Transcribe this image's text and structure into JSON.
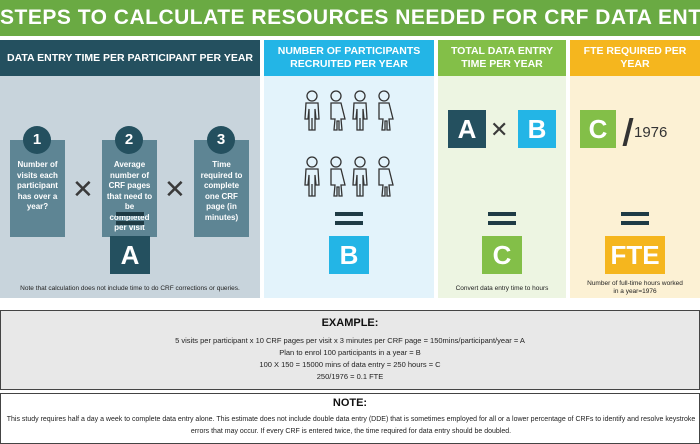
{
  "title": "STEPS TO CALCULATE RESOURCES NEEDED FOR CRF DATA ENTRY",
  "columns": {
    "a": {
      "header": "DATA ENTRY TIME PER PARTICIPANT PER YEAR",
      "steps": [
        {
          "number": "1",
          "text": "Number of visits each participant has over a year?"
        },
        {
          "number": "2",
          "text": "Average number of CRF pages that need to be completed per visit"
        },
        {
          "number": "3",
          "text": "Time required to complete one CRF page (in minutes)"
        }
      ],
      "result": "A",
      "note": "Note that calculation does not include time to do CRF corrections or queries."
    },
    "b": {
      "header": "NUMBER OF PARTICIPANTS RECRUITED PER YEAR",
      "result": "B"
    },
    "c": {
      "header": "TOTAL DATA ENTRY TIME PER YEAR",
      "term_a": "A",
      "term_b": "B",
      "result": "C",
      "note": "Convert data entry time to hours"
    },
    "d": {
      "header": "FTE REQUIRED PER YEAR",
      "term_c": "C",
      "divisor": "1976",
      "result": "FTE",
      "note": "Number of full-time hours worked in a year=1976"
    }
  },
  "example": {
    "title": "EXAMPLE:",
    "lines": [
      "5 visits per participant  x 10 CRF pages per visit x 3 minutes per CRF page = 150mins/participant/year = A",
      "Plan to enrol 100 participants in a year = B",
      "100 X 150 = 15000 mins of data entry = 250 hours = C",
      "250/1976 = 0.1 FTE"
    ]
  },
  "note": {
    "title": "NOTE:",
    "text": "This study requires half a day a week to complete data entry alone. This estimate does not include double data entry (DDE) that is sometimes employed for all or a lower percentage of CRFs to identify and resolve keystroke errors that may occur. If every CRF is entered twice, the time required for data entry should be doubled."
  },
  "colors": {
    "banner": "#6aaa43",
    "dark_teal": "#24505f",
    "step_box": "#5e8594",
    "blue": "#23b5e6",
    "green": "#83bf48",
    "yellow": "#f5b61e"
  },
  "icons": [
    "times-icon",
    "equals-icon",
    "person-icon",
    "slash-icon"
  ]
}
